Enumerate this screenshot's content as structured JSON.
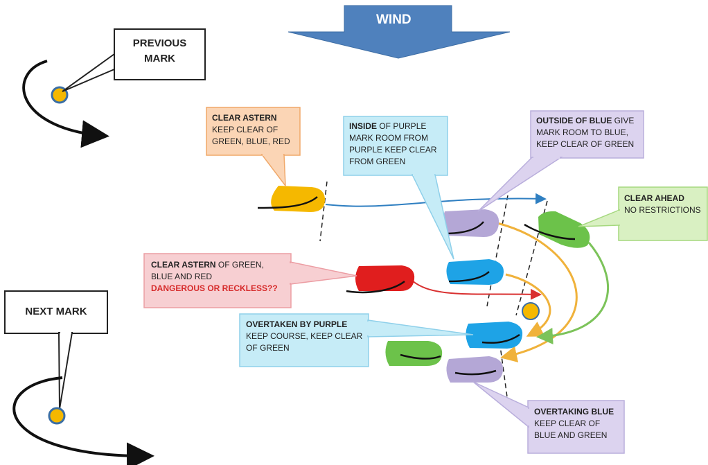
{
  "wind": {
    "label": "WIND"
  },
  "previous_mark": {
    "line1": "PREVIOUS",
    "line2": "MARK"
  },
  "next_mark": {
    "label": "NEXT MARK"
  },
  "callouts": {
    "orange": {
      "bold": "CLEAR ASTERN",
      "line1": "KEEP CLEAR OF",
      "line2": "GREEN, BLUE, RED"
    },
    "cyan_top": {
      "bold": "INSIDE",
      "rest1": " OF PURPLE",
      "line2": "MARK ROOM FROM",
      "line3": "PURPLE KEEP CLEAR",
      "line4": "FROM GREEN"
    },
    "purple_top": {
      "bold": "OUTSIDE OF BLUE",
      "rest1": " GIVE",
      "line2": "MARK ROOM TO BLUE,",
      "line3": "KEEP CLEAR OF GREEN"
    },
    "green": {
      "bold": "CLEAR AHEAD",
      "line2": "NO RESTRICTIONS"
    },
    "red": {
      "bold": "CLEAR ASTERN",
      "rest1": " OF GREEN,",
      "line2": "BLUE AND RED",
      "danger": "DANGEROUS OR RECKLESS??"
    },
    "cyan_bottom": {
      "bold": "OVERTAKEN BY PURPLE",
      "line2": "KEEP COURSE, KEEP CLEAR",
      "line3": "OF GREEN"
    },
    "purple_bottom": {
      "bold": "OVERTAKING BLUE",
      "line2": "KEEP CLEAR OF",
      "line3": "BLUE AND GREEN"
    }
  },
  "colors": {
    "wind_arrow": "#4f81bd",
    "orange_boat": "#f5b800",
    "purple_boat": "#b4a7d6",
    "green_boat": "#6cc24a",
    "red_boat": "#e01e1e",
    "blue_boat": "#1ea3e6",
    "mark": "#f5b800",
    "mark_outline": "#3a6ea5",
    "orange_callout": "#fbd5b5",
    "cyan_callout": "#c6ecf7",
    "purple_callout": "#dcd3ef",
    "green_callout": "#d9f0c2",
    "red_callout": "#f7cfd2"
  }
}
